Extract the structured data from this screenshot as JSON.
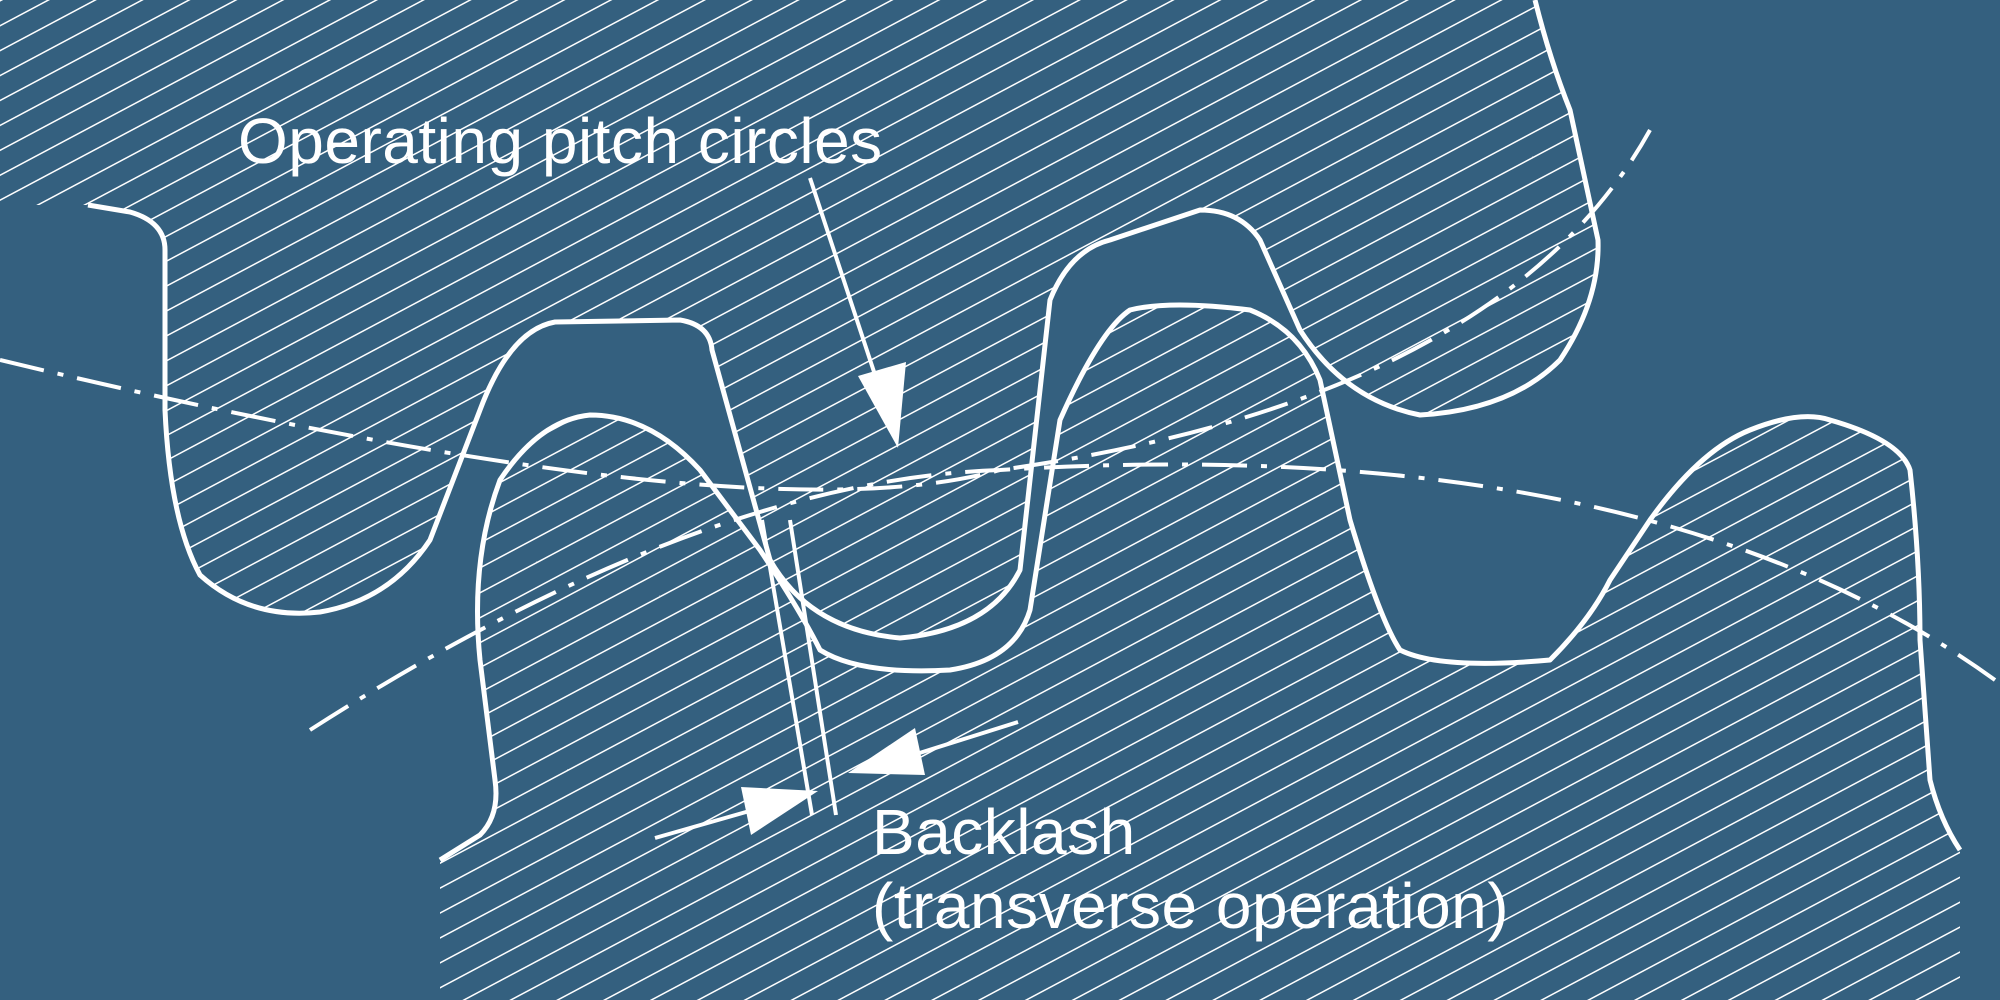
{
  "labels": {
    "pitch_circles": "Operating pitch circles",
    "backlash_line1": "Backlash",
    "backlash_line2": "(transverse operation)"
  },
  "colors": {
    "background": "#34607f",
    "line": "#ffffff"
  }
}
